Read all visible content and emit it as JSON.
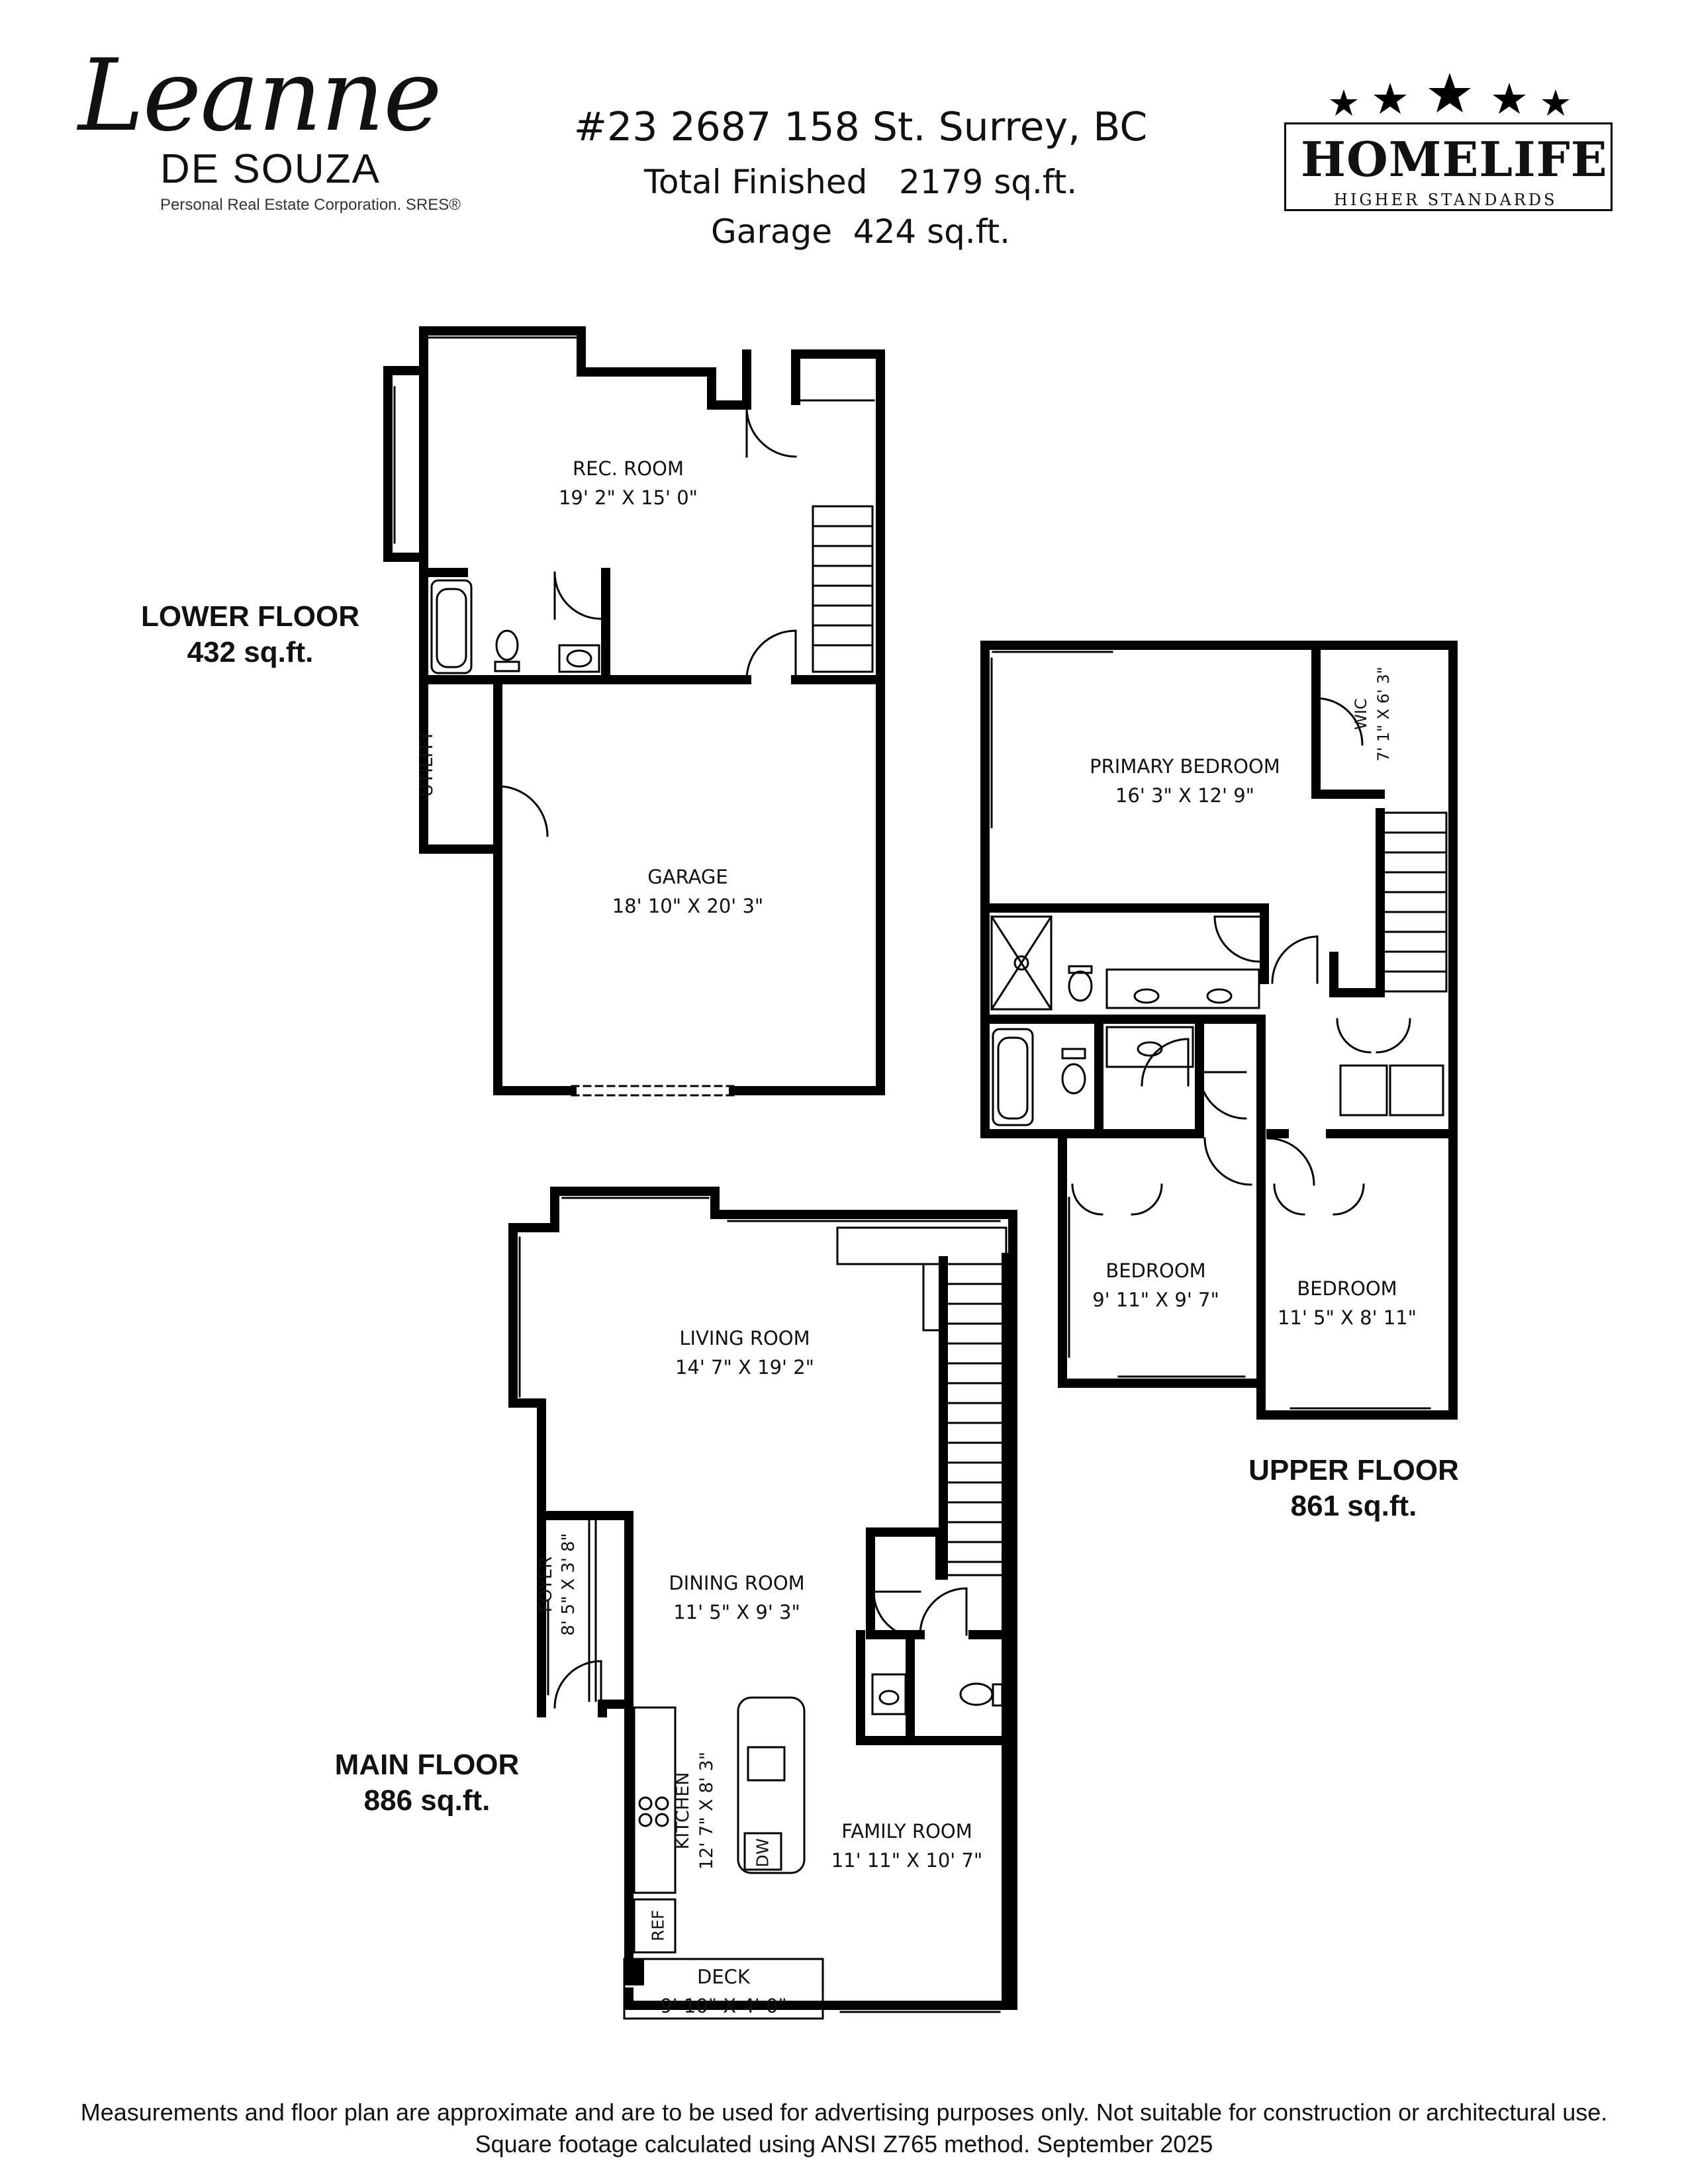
{
  "branding": {
    "agent_script": "Leanne",
    "agent_surname": "DE SOUZA",
    "agent_subtitle": "Personal Real Estate Corporation. SRES®",
    "brokerage_name": "HOMELIFE",
    "brokerage_tagline": "HIGHER STANDARDS"
  },
  "header": {
    "address": "#23 2687 158 St. Surrey, BC",
    "total_finished": "Total Finished   2179 sq.ft.",
    "garage": "Garage  424 sq.ft."
  },
  "floors": {
    "lower": {
      "name": "LOWER FLOOR",
      "area": "432 sq.ft."
    },
    "upper": {
      "name": "UPPER FLOOR",
      "area": "861 sq.ft."
    },
    "main": {
      "name": "MAIN FLOOR",
      "area": "886 sq.ft."
    }
  },
  "rooms": {
    "rec_room": {
      "name": "REC. ROOM",
      "dims": "19' 2\" X 15' 0\""
    },
    "utility": {
      "name": "UTILITY"
    },
    "garage": {
      "name": "GARAGE",
      "dims": "18' 10\" X 20' 3\""
    },
    "primary_bedroom": {
      "name": "PRIMARY BEDROOM",
      "dims": "16' 3\" X 12' 9\""
    },
    "wic": {
      "name": "WIC",
      "dims": "7' 1\" X 6' 3\""
    },
    "bedroom_1": {
      "name": "BEDROOM",
      "dims": "9' 11\" X 9' 7\""
    },
    "bedroom_2": {
      "name": "BEDROOM",
      "dims": "11' 5\" X 8' 11\""
    },
    "living_room": {
      "name": "LIVING ROOM",
      "dims": "14' 7\" X 19' 2\""
    },
    "dining_room": {
      "name": "DINING ROOM",
      "dims": "11' 5\" X 9' 3\""
    },
    "foyer": {
      "name": "FOYER",
      "dims": "8' 5\" X 3' 8\""
    },
    "kitchen": {
      "name": "KITCHEN",
      "dims": "12' 7\" X 8' 3\""
    },
    "family_room": {
      "name": "FAMILY ROOM",
      "dims": "11' 11\" X 10' 7\""
    },
    "deck": {
      "name": "DECK",
      "dims": "9' 10\" X 4' 0\""
    }
  },
  "fixtures": {
    "dishwasher": "DW",
    "refrigerator": "REF"
  },
  "disclaimer": {
    "line1": "Measurements and floor plan are approximate and are to be used for advertising purposes only. Not suitable for construction or architectural use.",
    "line2": "Square footage calculated using ANSI Z765 method. September 2025"
  }
}
